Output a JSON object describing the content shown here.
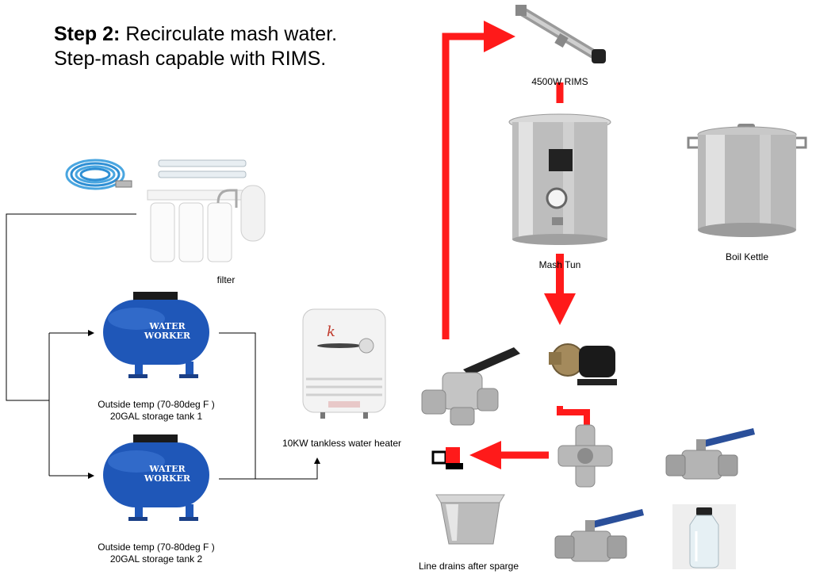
{
  "title": {
    "bold": "Step 2:",
    "text": "Recirculate mash water. Step-mash capable with RIMS."
  },
  "labels": {
    "filter": "filter",
    "tank1_line1": "Outside temp (70-80deg F )",
    "tank1_line2": "20GAL storage tank 1",
    "tank2_line1": "Outside temp (70-80deg F )",
    "tank2_line2": "20GAL storage tank 2",
    "heater": "10KW tankless water heater",
    "rims": "4500W RIMS",
    "mash_tun": "Mash Tun",
    "boil_kettle": "Boil Kettle",
    "line_drains": "Line drains after sparge"
  },
  "tank_logo": {
    "line1": "WATER",
    "line2": "WORKER"
  },
  "colors": {
    "flow_arrow": "#ff1a1a",
    "tank_blue": "#1f57b8",
    "line": "#000000",
    "valve_handle": "#2a4f9a"
  }
}
